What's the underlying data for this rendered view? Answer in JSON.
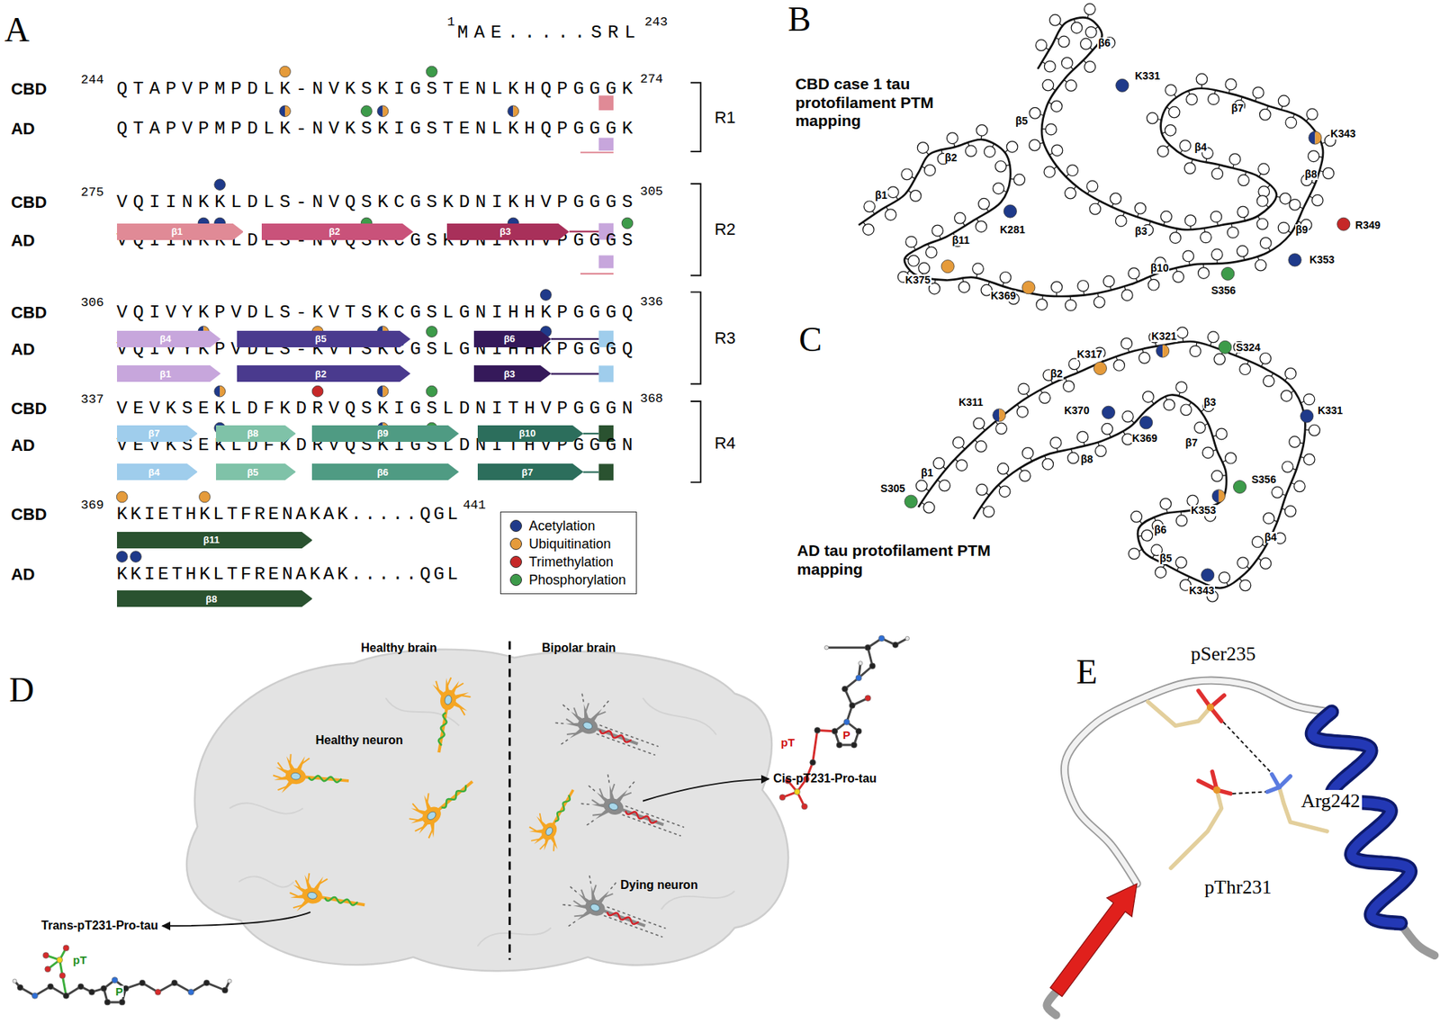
{
  "diagram": {
    "nodes": [
      {
        "text": [
          "β1"
        ]
      },
      {
        "text": [
          "β2"
        ]
      },
      {
        "text": [
          "β3"
        ]
      },
      {
        "text": [
          "β4"
        ]
      },
      {
        "text": [
          "β5"
        ]
      },
      {
        "text": [
          "β6"
        ]
      },
      {
        "text": [
          "β1"
        ]
      },
      {
        "text": [
          "β2"
        ]
      },
      {
        "text": [
          "β3"
        ]
      },
      {
        "text": [
          "β7"
        ]
      },
      {
        "text": [
          "β8"
        ]
      },
      {
        "text": [
          "β9"
        ]
      },
      {
        "text": [
          "β10"
        ]
      },
      {
        "text": [
          "β4"
        ]
      },
      {
        "text": [
          "β5"
        ]
      },
      {
        "text": [
          "β6"
        ]
      },
      {
        "text": [
          "β7"
        ]
      },
      {
        "text": [
          "β11"
        ]
      },
      {
        "text": [
          "β8"
        ]
      }
    ],
    "labels": [
      "A",
      "1",
      "MAE.....SRL",
      "243",
      "CBD",
      "244",
      "QTAPVPMPDLK-NVKSKIGSTENLKHQPGGGK",
      "274",
      "AD",
      "QTAPVPMPDLK-NVKSKIGSTENLKHQPGGGK",
      "R1",
      "CBD",
      "275",
      "VQIINKKLDLS-NVQSKCGSKDNIKHVPGGGS",
      "305",
      "AD",
      "VQIINKKLDLS-NVQSKCGSKDNIKHVPGGGS",
      "R2",
      "CBD",
      "306",
      "VQIVYKPVDLS-KVTSKCGSLGNIHHKPGGGQ",
      "336",
      "AD",
      "VQIVYKPVDLS-KVTSKCGSLGNIHHKPGGGQ",
      "R3",
      "CBD",
      "337",
      "VEVKSEKLDFKDRVQSKIGSLDNITHVPGGGN",
      "368",
      "AD",
      "VEVKSEKLDFKDRVQSKIGSLDNITHVPGGGN",
      "R4",
      "CBD",
      "369",
      "KKIETHKLTFRENAKAK.....QGL",
      "441",
      "AD",
      "KKIETHKLTFRENAKAK.....QGL",
      "B",
      "CBD case 1 tau protofilament PTM mapping",
      "K331",
      "K343",
      "R349",
      "K353",
      "S356",
      "K369",
      "K375",
      "K281",
      "β6",
      "β5",
      "β7",
      "β8",
      "β2",
      "β4",
      "β1",
      "β3",
      "β9",
      "β10",
      "β11",
      "C",
      "AD tau protofilament PTM mapping",
      "S305",
      "K311",
      "K317",
      "K321",
      "S324",
      "K370",
      "K369",
      "K331",
      "S356",
      "K353",
      "K343",
      "β2",
      "β1",
      "β8",
      "β3",
      "β7",
      "β6",
      "β5",
      "β4",
      "D",
      "Healthy brain",
      "Bipolar brain",
      "Healthy neuron",
      "Dying neuron",
      "Cis-pT231-Pro-tau",
      "Trans-pT231-Pro-tau",
      "pT",
      "P",
      "pT",
      "P",
      "E",
      "pSer235",
      "Arg242",
      "pThr231"
    ],
    "legend": [
      {
        "text": "Acetylation",
        "color": "#1f3a8a"
      },
      {
        "text": "Ubiquitination",
        "color": "#e59b3b"
      },
      {
        "text": "Trimethylation",
        "color": "#c62828"
      },
      {
        "text": "Phosphorylation",
        "color": "#3d9b4a"
      }
    ]
  }
}
